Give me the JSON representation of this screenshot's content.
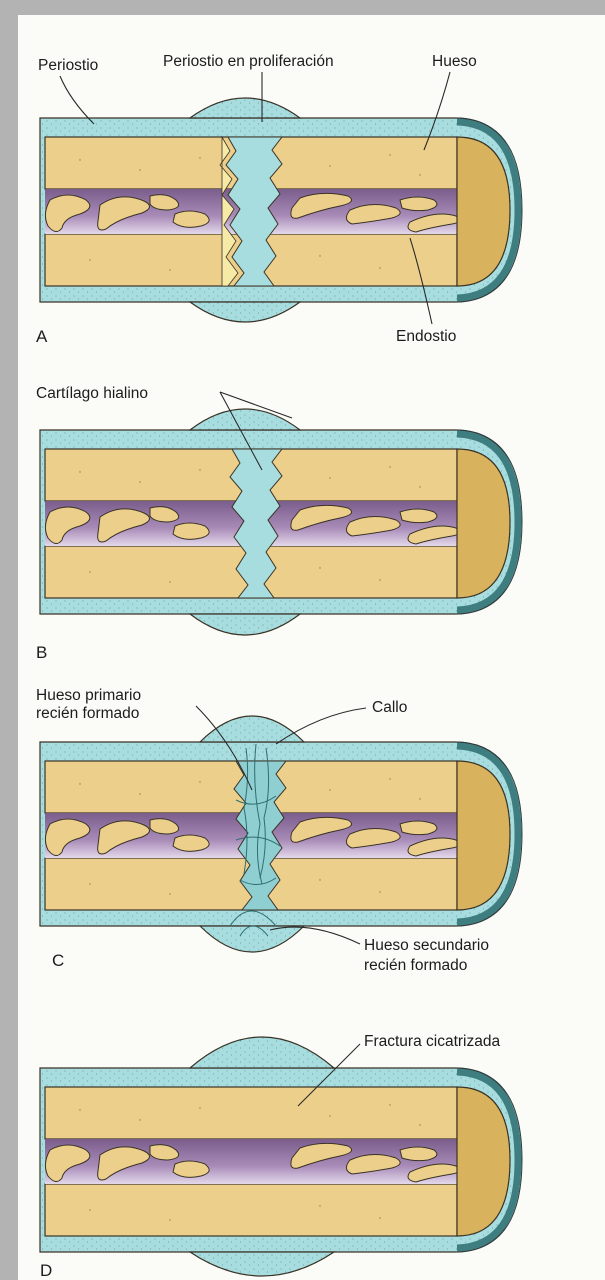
{
  "panels": [
    {
      "letter": "A",
      "labels": {
        "periosteum": "Periostio",
        "proliferating_periosteum": "Periostio en proliferación",
        "bone": "Hueso",
        "endosteum": "Endostio"
      }
    },
    {
      "letter": "B",
      "labels": {
        "hyaline_cartilage": "Cartílago hialino"
      }
    },
    {
      "letter": "C",
      "labels": {
        "primary_bone_line1": "Hueso primario",
        "primary_bone_line2": "recién formado",
        "callus": "Callo",
        "secondary_bone_line1": "Hueso secundario",
        "secondary_bone_line2": "recién formado"
      }
    },
    {
      "letter": "D",
      "labels": {
        "healed_fracture": "Fractura cicatrizada"
      }
    }
  ],
  "colors": {
    "frame": "#b3b3b3",
    "periosteum_blue": "#a8dde0",
    "bone_tan": "#eccf8a",
    "bone_outline": "#3a3326",
    "marrow_purple": "#8e6f9a",
    "marrow_light": "#c9b5d3",
    "end_cap": "#d8b25c",
    "end_cap_rim": "#3f7e80",
    "cartilage_yellow": "#f6eaa6"
  }
}
